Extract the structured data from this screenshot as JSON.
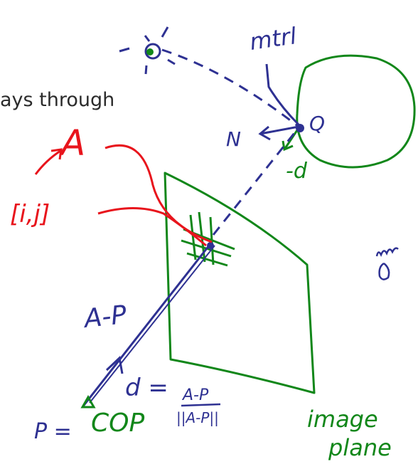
{
  "slide": {
    "text_fragment": "ays through"
  },
  "annotations": {
    "material": "mtrl",
    "point_q": "Q",
    "normal": "N",
    "neg_d": "-d",
    "point_a": "A",
    "pixel_index": "[i,j]",
    "a_minus_p": "A-P",
    "d_eq": "d =",
    "frac_num": "A-P",
    "frac_den": "||A-P||",
    "p_eq": "P =",
    "cop": "COP",
    "image_plane_1": "image",
    "image_plane_2": "plane"
  },
  "colors": {
    "blue": "#2e3192",
    "red": "#e8141c",
    "green": "#12871a",
    "text": "#2b2b2b"
  }
}
